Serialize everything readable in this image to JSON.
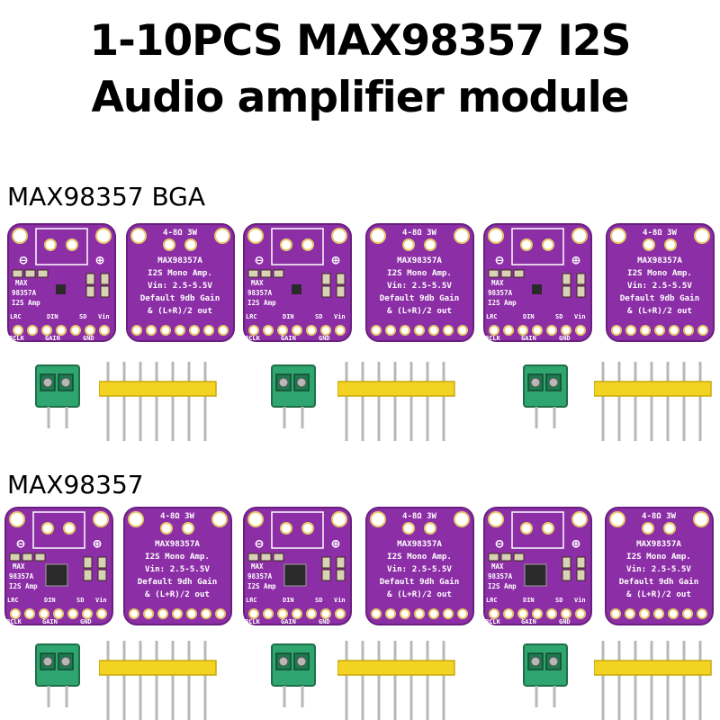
{
  "title": {
    "line1": "1-10PCS MAX98357 I2S",
    "line2": "Audio amplifier module"
  },
  "colors": {
    "pcb": "#8c2ea6",
    "pcb_dark": "#6a1f80",
    "silk": "#ffffff",
    "terminal": "#2fa56f",
    "header": "#f2d321",
    "pin": "#b8b8b8"
  },
  "sections": [
    {
      "label": "MAX98357 BGA",
      "front": {
        "brand_lines": [
          "MAX",
          "98357A",
          "I2S Amp"
        ],
        "minus": "⊖",
        "plus": "⊕",
        "top_pins": [
          "LRC",
          "DIN",
          "SD",
          "Vin"
        ],
        "bottom_pins": [
          "BCLK",
          "GAIN",
          "GND"
        ]
      },
      "back": {
        "spec": "4-8Ω 3W",
        "lines": [
          "MAX98357A",
          "I2S Mono Amp.",
          "Vin: 2.5-5.5V",
          "Default 9db Gain",
          "& (L+R)/2 out"
        ]
      }
    },
    {
      "label": "MAX98357",
      "front": {
        "brand_lines": [
          "MAX",
          "98357A",
          "I2S Amp"
        ],
        "minus": "⊖",
        "plus": "⊕",
        "top_pins": [
          "LRC",
          "DIN",
          "SD",
          "Vin"
        ],
        "bottom_pins": [
          "BCLK",
          "GAIN",
          "GND"
        ]
      },
      "back": {
        "spec": "4-8Ω 3W",
        "lines": [
          "MAX98357A",
          "I2S Mono Amp.",
          "Vin: 2.5-5.5V",
          "Default 9dh Gain",
          "& (L+R)/2 out"
        ]
      }
    }
  ]
}
